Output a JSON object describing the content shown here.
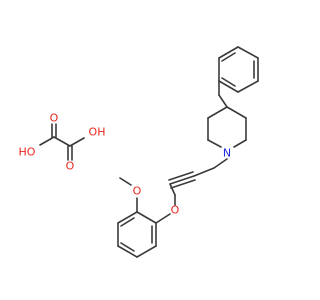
{
  "colors": {
    "bond": "#3a3a3a",
    "oxygen": "#e8261c",
    "nitrogen": "#1f2be0"
  },
  "labels": {
    "N_piperidine": "N",
    "O_ether": "O",
    "O_methoxy": "O",
    "O_oxalic_1": "O",
    "O_oxalic_2": "O",
    "OH_left": "HO",
    "OH_right": "OH"
  }
}
